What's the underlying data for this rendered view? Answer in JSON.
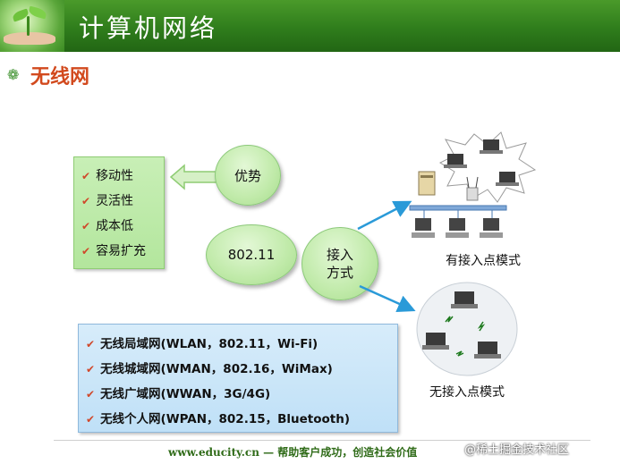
{
  "header": {
    "title": "计算机网络"
  },
  "section": {
    "title": "无线网"
  },
  "advantages": {
    "items": [
      "移动性",
      "灵活性",
      "成本低",
      "容易扩充"
    ]
  },
  "nodes": {
    "advantage": "优势",
    "standard": "802.11",
    "access_line1": "接入",
    "access_line2": "方式"
  },
  "modes": {
    "with_ap": "有接入点模式",
    "without_ap": "无接入点模式"
  },
  "networks": {
    "items": [
      "无线局域网(WLAN，802.11，Wi-Fi)",
      "无线城域网(WMAN，802.16，WiMax)",
      "无线广域网(WWAN，3G/4G)",
      "无线个人网(WPAN，802.15，Bluetooth)"
    ]
  },
  "footer": {
    "text": "www.educity.cn —  帮助客户成功，创造社会价值"
  },
  "watermark": {
    "text": "@稀土掘金技术社区"
  },
  "colors": {
    "header_green": "#2f7d1c",
    "section_title": "#d24a1e",
    "check": "#d0482a",
    "arrow_blue": "#2a9ad8",
    "ellipse_green": "#c0eaa9"
  }
}
